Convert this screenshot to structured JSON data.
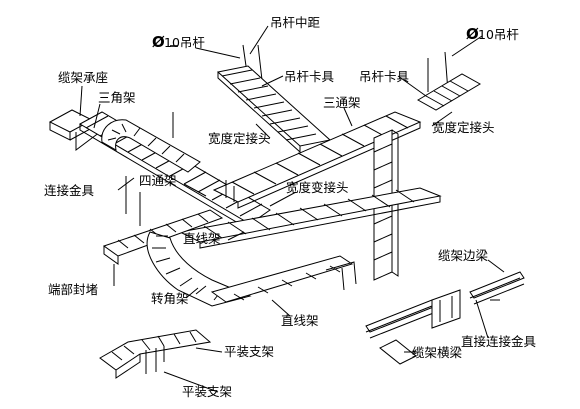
{
  "labels": {
    "phi10_left": "10吊杆",
    "phi10_right": "10吊杆",
    "hanger_spacing": "吊杆中距",
    "hanger_clamp_left": "吊杆卡具",
    "hanger_clamp_right": "吊杆卡具",
    "cable_tray_support": "缆架承座",
    "triangle_bracket": "三角架",
    "tee": "三通架",
    "width_fixed_joint_left": "宽度定接头",
    "width_fixed_joint_right": "宽度定接头",
    "connection_hardware": "连接金具",
    "cross": "四通架",
    "width_change_joint": "宽度变接头",
    "straight_tray_upper": "直线架",
    "end_cap": "端部封堵",
    "corner": "转角架",
    "straight_tray_lower": "直线架",
    "tray_side_beam": "缆架边梁",
    "straight_connector": "直接连接金具",
    "tray_cross_beam": "缆架横梁",
    "flat_bracket_upper": "平装支架",
    "flat_bracket_lower": "平装支架"
  },
  "symbols": {
    "phi": "Ø"
  }
}
